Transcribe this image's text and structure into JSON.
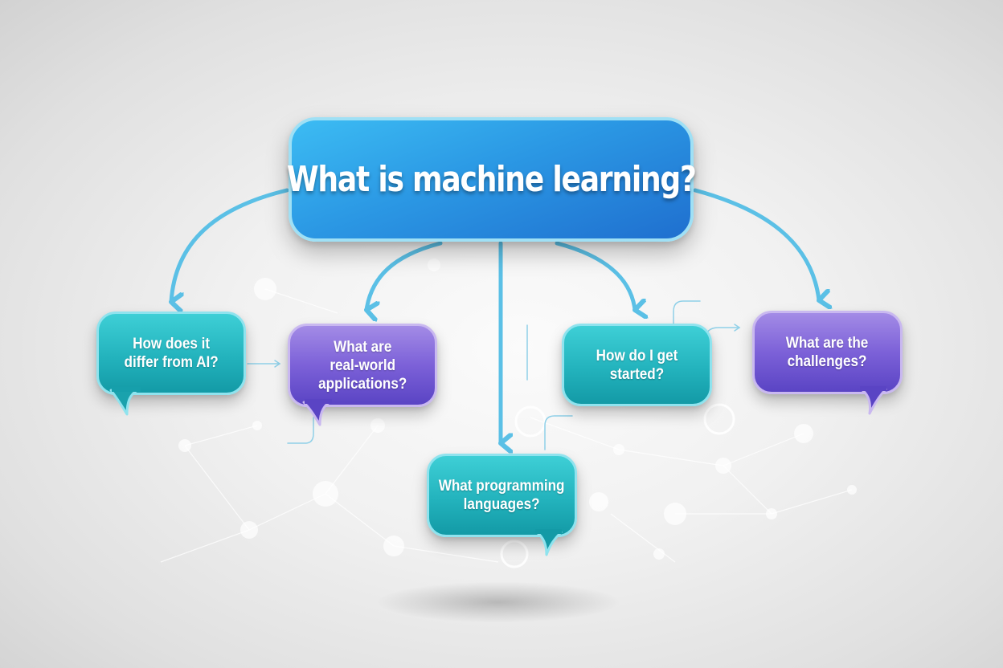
{
  "diagram": {
    "type": "question-mind-map",
    "central_question": "What is machine learning?",
    "branches": [
      {
        "id": "differ-ai",
        "label": "How does it differ from AI?",
        "lines": [
          "How does it",
          "differ from AI?"
        ],
        "color": "teal"
      },
      {
        "id": "applications",
        "label": "What are real-world applications?",
        "lines": [
          "What are",
          "real-world",
          "applications?"
        ],
        "color": "purple"
      },
      {
        "id": "languages",
        "label": "What programming languages?",
        "lines": [
          "What programming",
          "languages?"
        ],
        "color": "teal"
      },
      {
        "id": "get-started",
        "label": "How do I get started?",
        "lines": [
          "How do I get",
          "started?"
        ],
        "color": "teal"
      },
      {
        "id": "challenges",
        "label": "What are the challenges?",
        "lines": [
          "What are the",
          "challenges?"
        ],
        "color": "purple"
      }
    ],
    "edges": [
      {
        "from": "central",
        "to": "differ-ai"
      },
      {
        "from": "central",
        "to": "applications"
      },
      {
        "from": "central",
        "to": "languages"
      },
      {
        "from": "central",
        "to": "get-started"
      },
      {
        "from": "central",
        "to": "challenges"
      }
    ]
  },
  "colors": {
    "central_fill_top": "#3cbcf3",
    "central_fill_bottom": "#1f6fcf",
    "central_border": "#9fe0f5",
    "teal": "#23b3bd",
    "teal_border": "#8fe3ee",
    "purple": "#7c61d8",
    "purple_border": "#c9b8f0",
    "connector": "#5bc0e6",
    "background": "#eeeeee"
  }
}
